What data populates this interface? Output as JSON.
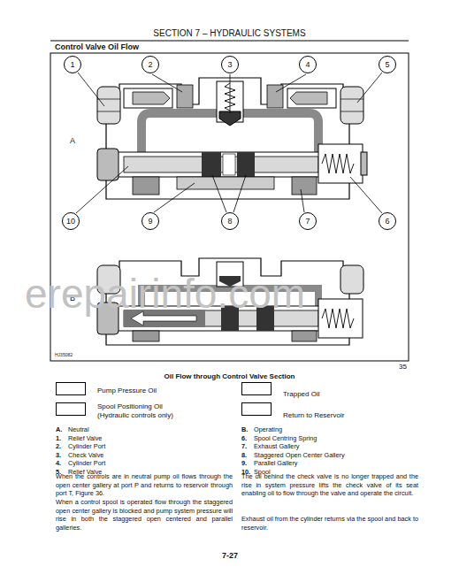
{
  "diagram": {
    "title": "SECTION 7 – HYDRAULIC SYSTEMS",
    "caption": "Oil Flow through Control Valve Section",
    "nodes": [
      {
        "text": [
          "1"
        ]
      },
      {
        "text": [
          "2"
        ]
      },
      {
        "text": [
          "3"
        ]
      },
      {
        "text": [
          "4"
        ]
      },
      {
        "text": [
          "5"
        ]
      },
      {
        "text": [
          "10"
        ]
      },
      {
        "text": [
          "9"
        ]
      },
      {
        "text": [
          "8"
        ]
      },
      {
        "text": [
          "7"
        ]
      },
      {
        "text": [
          "6"
        ]
      }
    ],
    "labels": [
      "Control Valve Oil Flow",
      "A",
      "B",
      "HJ35082",
      "erepairinfo.com",
      "35",
      "A.",
      "Neutral",
      "1.",
      "Relief Valve",
      "2.",
      "Cylinder Port",
      "3.",
      "Check Valve",
      "4.",
      "Cylinder Port",
      "5.",
      "Relief Valve",
      "B.",
      "Operating",
      "6.",
      "Spool Centring Spring",
      "7.",
      "Exhaust Gallery",
      "8.",
      "Staggered Open Center Gallery",
      "9.",
      "Parallel Gallery",
      "10.",
      "Spool",
      "When the controls are in neutral pump oil flows through the open center gallery at port P and returns to reservoir through port T, Figure 36.",
      "When a control spool is operated flow through the staggered open center gallery is blocked and pump system pressure will rise in both the staggered open centered and parallel galleries.",
      "The oil behind the check valve is no longer trapped and the rise in system pressure lifts the check valve of its seat enabling oil to flow through the valve and operate the circuit.",
      "Exhaust oil from the cylinder returns via the spool and back to reservoir.",
      "7-27"
    ],
    "legend": [
      {
        "text": "Pump Pressure Oil",
        "color": "#ffffff"
      },
      {
        "text": "Spool Positioning Oil (Hydraulic controls only)",
        "color": "#ffffff"
      },
      {
        "text": "Trapped Oil",
        "color": "#ffffff"
      },
      {
        "text": "Return to Reservoir",
        "color": "#ffffff"
      }
    ]
  }
}
